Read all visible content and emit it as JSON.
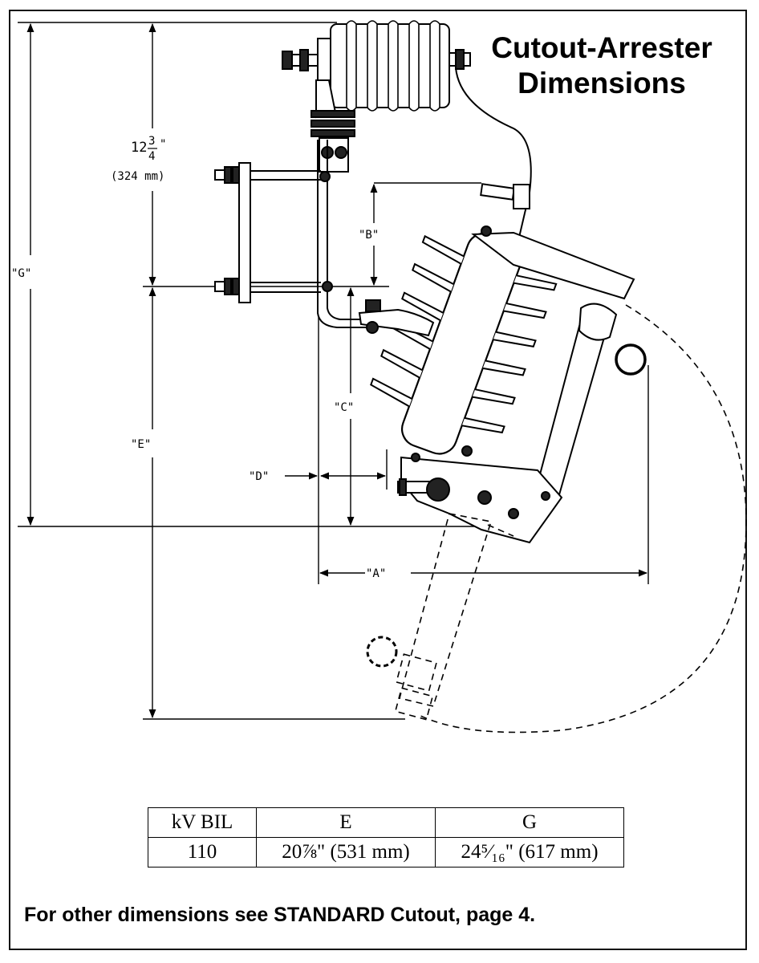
{
  "title": {
    "line1": "Cutout-Arrester",
    "line2": "Dimensions"
  },
  "dimension_labels": {
    "g": "\"G\"",
    "e": "\"E\"",
    "a": "\"A\"",
    "b": "\"B\"",
    "c": "\"C\"",
    "d": "\"D\"",
    "top_whole": "12",
    "top_num": "3",
    "top_den": "4",
    "top_inch": "\"",
    "top_metric": "(324 mm)"
  },
  "table": {
    "headers": [
      "kV BIL",
      "E",
      "G"
    ],
    "rows": [
      [
        "110",
        "20⅞\" (531 mm)",
        "24⁵⁄₁₆\" (617 mm)"
      ]
    ]
  },
  "footnote": "For other dimensions see STANDARD Cutout, page 4."
}
